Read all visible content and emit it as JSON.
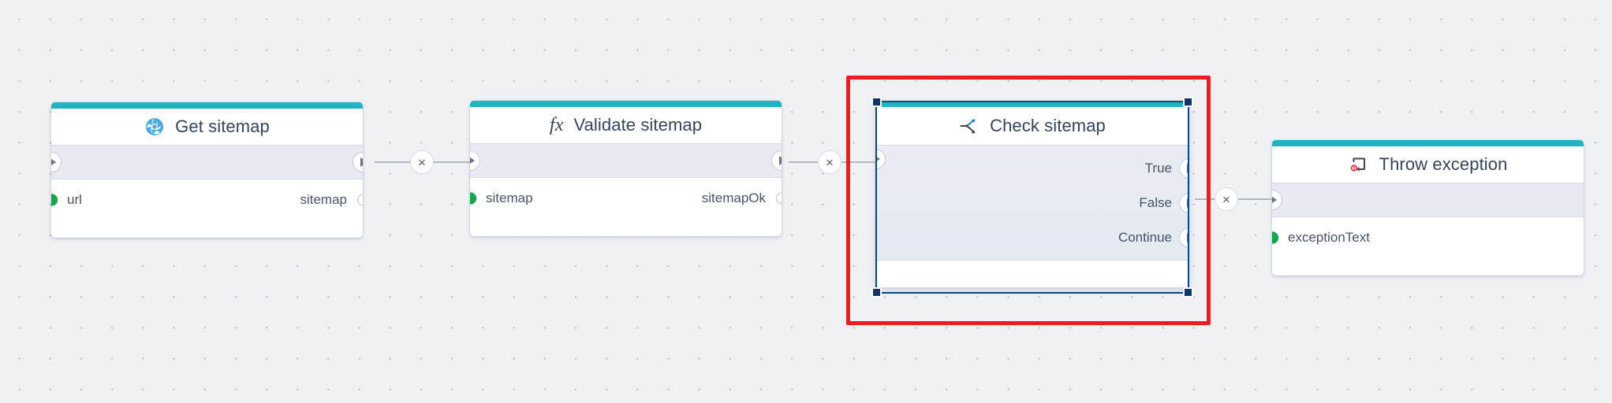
{
  "canvas": {
    "background_color": "#eff1f5",
    "grid_dot_color": "#c2c6cf",
    "accent_color": "#21b4bf",
    "selection_color": "#12457e",
    "highlight_color": "#ed1c24",
    "data_port_color": "#14a44d"
  },
  "nodes": [
    {
      "id": "get-sitemap",
      "title": "Get sitemap",
      "icon": "globe-icon",
      "inputs": [
        {
          "label": "url"
        }
      ],
      "outputs": [
        {
          "label": "sitemap"
        }
      ],
      "selected": false
    },
    {
      "id": "validate-sitemap",
      "title": "Validate sitemap",
      "icon": "fx-icon",
      "inputs": [
        {
          "label": "sitemap"
        }
      ],
      "outputs": [
        {
          "label": "sitemapOk"
        }
      ],
      "selected": false
    },
    {
      "id": "check-sitemap",
      "title": "Check sitemap",
      "icon": "branch-icon",
      "branches": [
        {
          "label": "True"
        },
        {
          "label": "False"
        },
        {
          "label": "Continue"
        }
      ],
      "selected": true
    },
    {
      "id": "throw-exception",
      "title": "Throw exception",
      "icon": "throw-exception-icon",
      "inputs": [
        {
          "label": "exceptionText"
        }
      ],
      "selected": false
    }
  ],
  "connectors": [
    {
      "id": "link-get-to-validate",
      "delete_label": "×"
    },
    {
      "id": "link-validate-to-check",
      "delete_label": "×"
    },
    {
      "id": "link-check-false-to-throw",
      "delete_label": "×"
    }
  ]
}
